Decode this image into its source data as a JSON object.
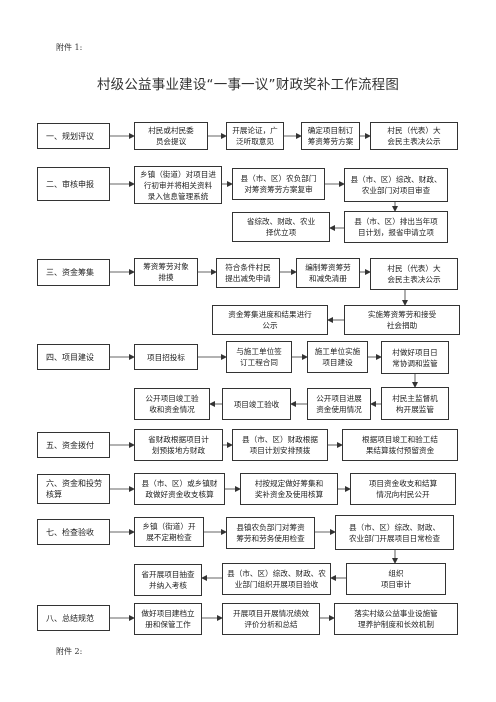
{
  "annex_top": "附件 1:",
  "title": "村级公益事业建设“一事一议”财政奖补工作流程图",
  "annex_bottom": "附件 2:",
  "stages": {
    "s1": "一、规划评议",
    "s2": "二、审核申报",
    "s3": "三、资金筹集",
    "s4": "四、项目建设",
    "s5": "五、资金拨付",
    "s6": "六、资金和投劳\n核算",
    "s7": "七、检查验收",
    "s8": "八、总结规范"
  },
  "steps": {
    "r1a": "村民或村民委\n员会提议",
    "r1b": "开展论证，广\n泛听取意见",
    "r1c": "确定项目制订\n筹资筹劳方案",
    "r1d": "村民（代表）大\n会民主表决公示",
    "r2a": "乡镇（街道）对项目进\n行初审并将相关资料\n录入信息管理系统",
    "r2b": "县（市、区）农负部门\n对筹资筹劳方案复审",
    "r2c": "县（市、区）综改、财政、\n农业部门对项目审查",
    "r2d": "省综改、财政、农业\n择优立项",
    "r2e": "县（市、区）排出当年项\n目计划，报省申请立项",
    "r3a": "筹资筹劳对象\n排摸",
    "r3b": "符合条件村民\n提出减免申请",
    "r3c": "编制筹资筹劳\n和减免清册",
    "r3d": "村民（代表）大\n会民主表决公示",
    "r3e": "资金筹集进度和结果进行\n公示",
    "r3f": "实施筹资筹劳和接受\n社会捐助",
    "r4a": "项目招投标",
    "r4b": "与施工单位签\n订工程合同",
    "r4c": "施工单位实施\n项目建设",
    "r4d": "村做好项目日\n常协调和监管",
    "r4e": "公开项目竣工验\n收和资金情况",
    "r4f": "项目竣工验收",
    "r4g": "公开项目进展\n资金使用情况",
    "r4h": "村民主监督机\n构开展监管",
    "r5a": "省财政根据项目计\n划预拨地方财政",
    "r5b": "县（市、区）财政根据\n项目计划安排预拨",
    "r5c": "根据项目竣工和验工结\n果结算拨付预留资金",
    "r6a": "县（市、区）或乡镇财\n政做好资金收支核算",
    "r6b": "村按规定做好筹集和\n奖补资金及使用核算",
    "r6c": "项目资金收支和结算\n情况向村民公开",
    "r7a": "乡镇（街道）开\n展不定期检查",
    "r7b": "县镇农负部门对筹资\n筹劳和劳务使用检查",
    "r7c": "县（市、区）综改、财政、\n农业部门开展项目日常检查",
    "r7d": "省开展项目抽查\n并纳入考核",
    "r7e": "县（市、区）综改、财政、农\n业部门组织开展项目验收",
    "r7f": "组织\n项目审计",
    "r8a": "做好项目建档立\n册和保管工作",
    "r8b": "开展项目开展情况绩效\n评价分析和总结",
    "r8c": "落实村级公益事业设施管\n理养护制度和长效机制"
  }
}
